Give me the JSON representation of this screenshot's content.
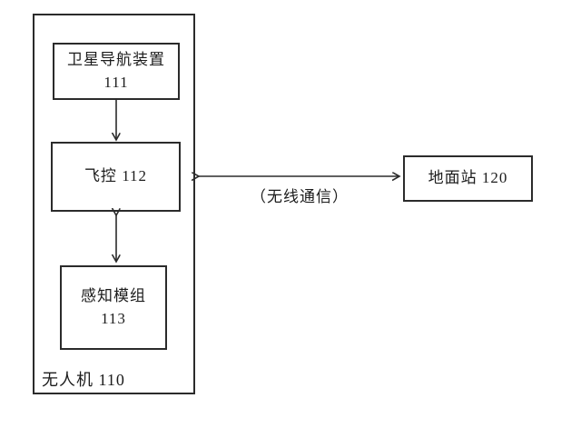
{
  "diagram": {
    "colors": {
      "background": "#ffffff",
      "line": "#2b2b2b",
      "text": "#1c1c1c"
    },
    "outer_box": {
      "label": "无人机",
      "number": "110"
    },
    "nodes": {
      "satellite_nav": {
        "label": "卫星导航装置",
        "number": "111"
      },
      "flight_controller": {
        "label": "飞控",
        "number": "112"
      },
      "perception_module": {
        "label": "感知模组",
        "number": "113"
      },
      "ground_station": {
        "label": "地面站",
        "number": "120"
      }
    },
    "connections": {
      "wireless_label": "（无线通信）"
    }
  }
}
